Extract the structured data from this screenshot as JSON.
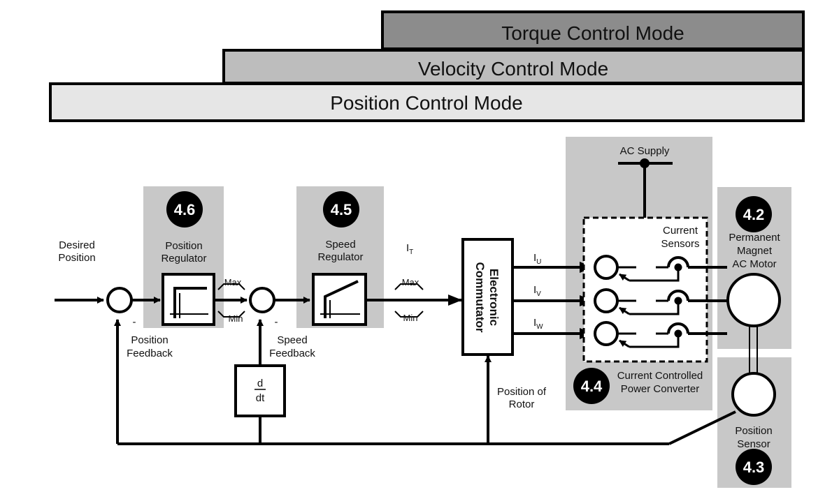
{
  "modes": {
    "torque": "Torque Control Mode",
    "velocity": "Velocity Control Mode",
    "position": "Position Control Mode"
  },
  "colors": {
    "torque_fill": "#8c8c8c",
    "velocity_fill": "#bdbdbd",
    "position_fill": "#e6e6e6",
    "block_shade": "#c8c8c8",
    "badge": "#000000"
  },
  "badges": {
    "position_regulator": "4.6",
    "speed_regulator": "4.5",
    "power_converter": "4.4",
    "motor": "4.2",
    "position_sensor": "4.3"
  },
  "labels": {
    "desired_line1": "Desired",
    "desired_line2": "Position",
    "pos_reg_line1": "Position",
    "pos_reg_line2": "Regulator",
    "speed_reg_line1": "Speed",
    "speed_reg_line2": "Regulator",
    "max": "Max",
    "min": "Min",
    "pos_fb_line1": "Position",
    "pos_fb_line2": "Feedback",
    "speed_fb_line1": "Speed",
    "speed_fb_line2": "Feedback",
    "minus": "-",
    "deriv_num": "d",
    "deriv_den": "dt",
    "it_main": "I",
    "it_sub": "T",
    "comm_line1": "Electronic",
    "comm_line2": "Commutator",
    "rotor_line1": "Position of",
    "rotor_line2": "Rotor",
    "iu_main": "I",
    "iu_sub": "U",
    "iv_main": "I",
    "iv_sub": "V",
    "iw_main": "I",
    "iw_sub": "W",
    "ac_supply": "AC Supply",
    "current_sensors_line1": "Current",
    "current_sensors_line2": "Sensors",
    "converter_line1": "Current Controlled",
    "converter_line2": "Power Converter",
    "motor_line1": "Permanent",
    "motor_line2": "Magnet",
    "motor_line3": "AC Motor",
    "sensor_line1": "Position",
    "sensor_line2": "Sensor"
  }
}
